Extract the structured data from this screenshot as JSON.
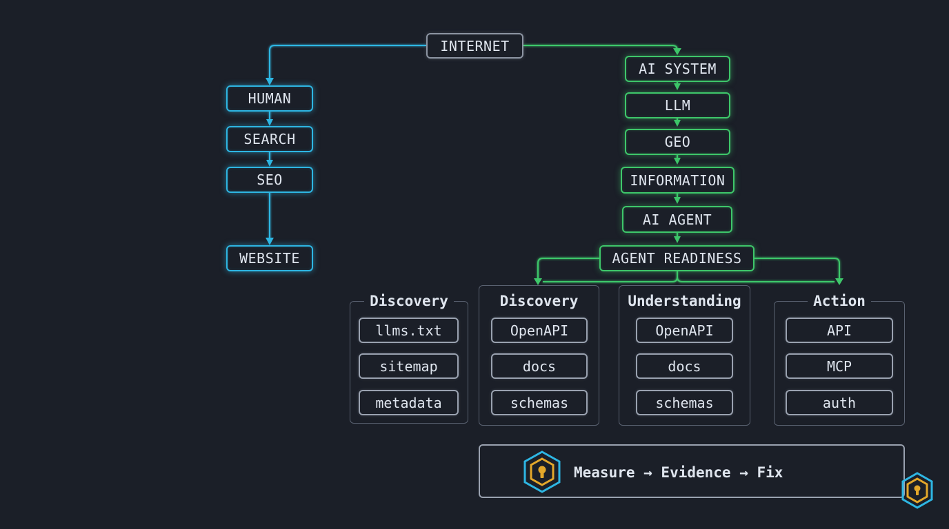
{
  "top": {
    "label": "INTERNET"
  },
  "human_path": [
    "HUMAN",
    "SEARCH",
    "SEO",
    "WEBSITE"
  ],
  "ai_path": [
    "AI SYSTEM",
    "LLM",
    "GEO",
    "INFORMATION",
    "AI AGENT",
    "AGENT READINESS"
  ],
  "panels": [
    {
      "title": "Discovery",
      "items": [
        "llms.txt",
        "sitemap",
        "metadata"
      ]
    },
    {
      "title": "Discovery",
      "items": [
        "OpenAPI",
        "docs",
        "schemas"
      ]
    },
    {
      "title": "Understanding",
      "items": [
        "OpenAPI",
        "docs",
        "schemas"
      ]
    },
    {
      "title": "Action",
      "items": [
        "API",
        "MCP",
        "auth"
      ]
    }
  ],
  "footer": {
    "label": "Measure → Evidence → Fix"
  },
  "colors": {
    "background": "#1b1f28",
    "human": "#2eb6e3",
    "ai": "#3ec76a",
    "neutral": "#9aa2b0",
    "icon_gold": "#e3a72a"
  },
  "icons": {
    "logo": "keyhole-hex-icon"
  }
}
